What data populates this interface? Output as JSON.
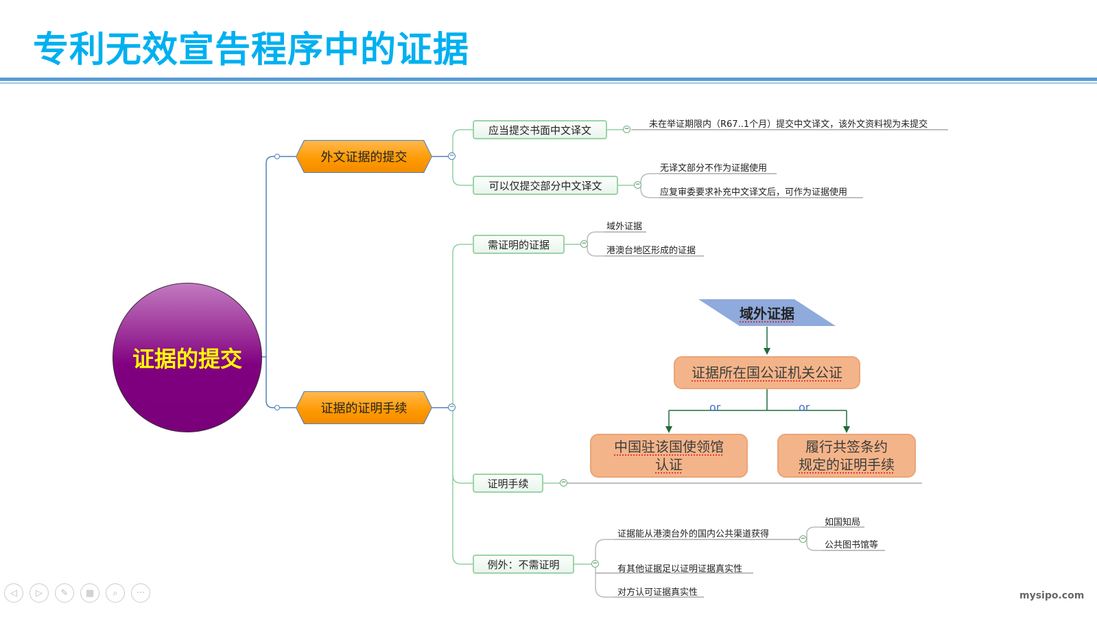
{
  "slide": {
    "title": "专利无效宣告程序中的证据",
    "watermark": "mysipo.com",
    "colors": {
      "title": "#00b0f0",
      "root": "#800080",
      "root_text": "#ffff00",
      "branch": "#ff9900",
      "node_border": "#9ad3a6",
      "flow_box": "#f4b183",
      "flow_top": "#8faadc"
    }
  },
  "mindmap": {
    "root": "证据的提交",
    "branches": [
      {
        "label": "外文证据的提交",
        "children": [
          {
            "label": "应当提交书面中文译文",
            "leaves": [
              "未在举证期限内（R67..1个月）提交中文译文，该外文资料视为未提交"
            ]
          },
          {
            "label": "可以仅提交部分中文译文",
            "leaves": [
              "无译文部分不作为证据使用",
              "应复审委要求补充中文译文后，可作为证据使用"
            ]
          }
        ]
      },
      {
        "label": "证据的证明手续",
        "children": [
          {
            "label": "需证明的证据",
            "leaves": [
              "域外证据",
              "港澳台地区形成的证据"
            ]
          },
          {
            "label": "证明手续",
            "leaves": []
          },
          {
            "label": "例外：不需证明",
            "leaves": [
              "证据能从港澳台外的国内公共渠道获得",
              "有其他证据足以证明证据真实性",
              "对方认可证据真实性"
            ],
            "subleaves": [
              "如国知局",
              "公共图书馆等"
            ]
          }
        ]
      }
    ]
  },
  "flow": {
    "top": "域外证据",
    "middle": "证据所在国公证机关公证",
    "or_label": "or",
    "left_line1": "中国驻该国使领馆",
    "left_line2": "认证",
    "right_line1": "履行共签条约",
    "right_line2": "规定的证明手续"
  },
  "nav": {
    "icons": [
      "prev-icon",
      "next-icon",
      "pen-icon",
      "slides-icon",
      "zoom-icon",
      "more-icon"
    ],
    "glyphs": [
      "◁",
      "▷",
      "✎",
      "▦",
      "⌕",
      "···"
    ]
  }
}
